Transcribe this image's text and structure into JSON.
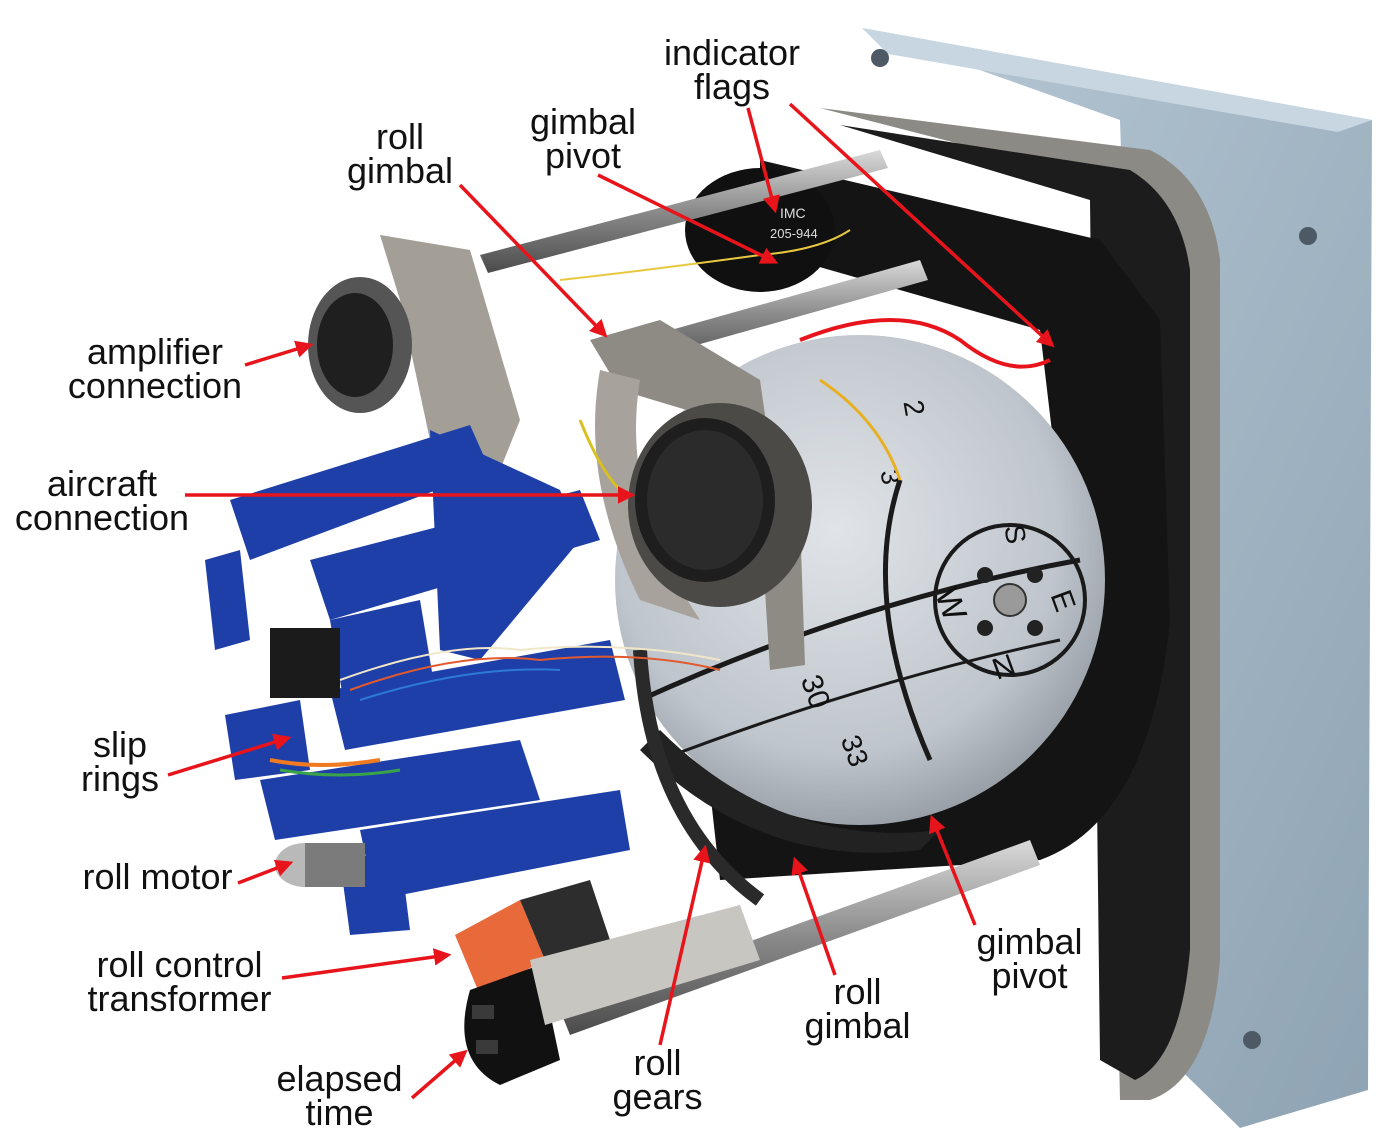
{
  "labels": {
    "indicator_flags": [
      "indicator",
      "flags"
    ],
    "gimbal_pivot_top": [
      "gimbal",
      "pivot"
    ],
    "roll_gimbal_top": [
      "roll",
      "gimbal"
    ],
    "amplifier_connection": [
      "amplifier",
      "connection"
    ],
    "aircraft_connection": [
      "aircraft",
      "connection"
    ],
    "slip_rings": [
      "slip",
      "rings"
    ],
    "roll_motor": [
      "roll motor"
    ],
    "roll_control_transformer": [
      "roll control",
      "transformer"
    ],
    "elapsed_time": [
      "elapsed",
      "time"
    ],
    "roll_gears": [
      "roll",
      "gears"
    ],
    "roll_gimbal_bottom": [
      "roll",
      "gimbal"
    ],
    "gimbal_pivot_bottom": [
      "gimbal",
      "pivot"
    ]
  },
  "ball_markings": {
    "numbers": [
      "30",
      "33",
      "2",
      "3"
    ],
    "compass": [
      "W",
      "E",
      "N",
      "S"
    ]
  },
  "plate_text": [
    "IMC",
    "205-944"
  ],
  "colors": {
    "arrow": "#e8141b",
    "housing": "#a9bccb",
    "ball": "#c9ced4",
    "blue_parts": "#1f3fa8"
  }
}
